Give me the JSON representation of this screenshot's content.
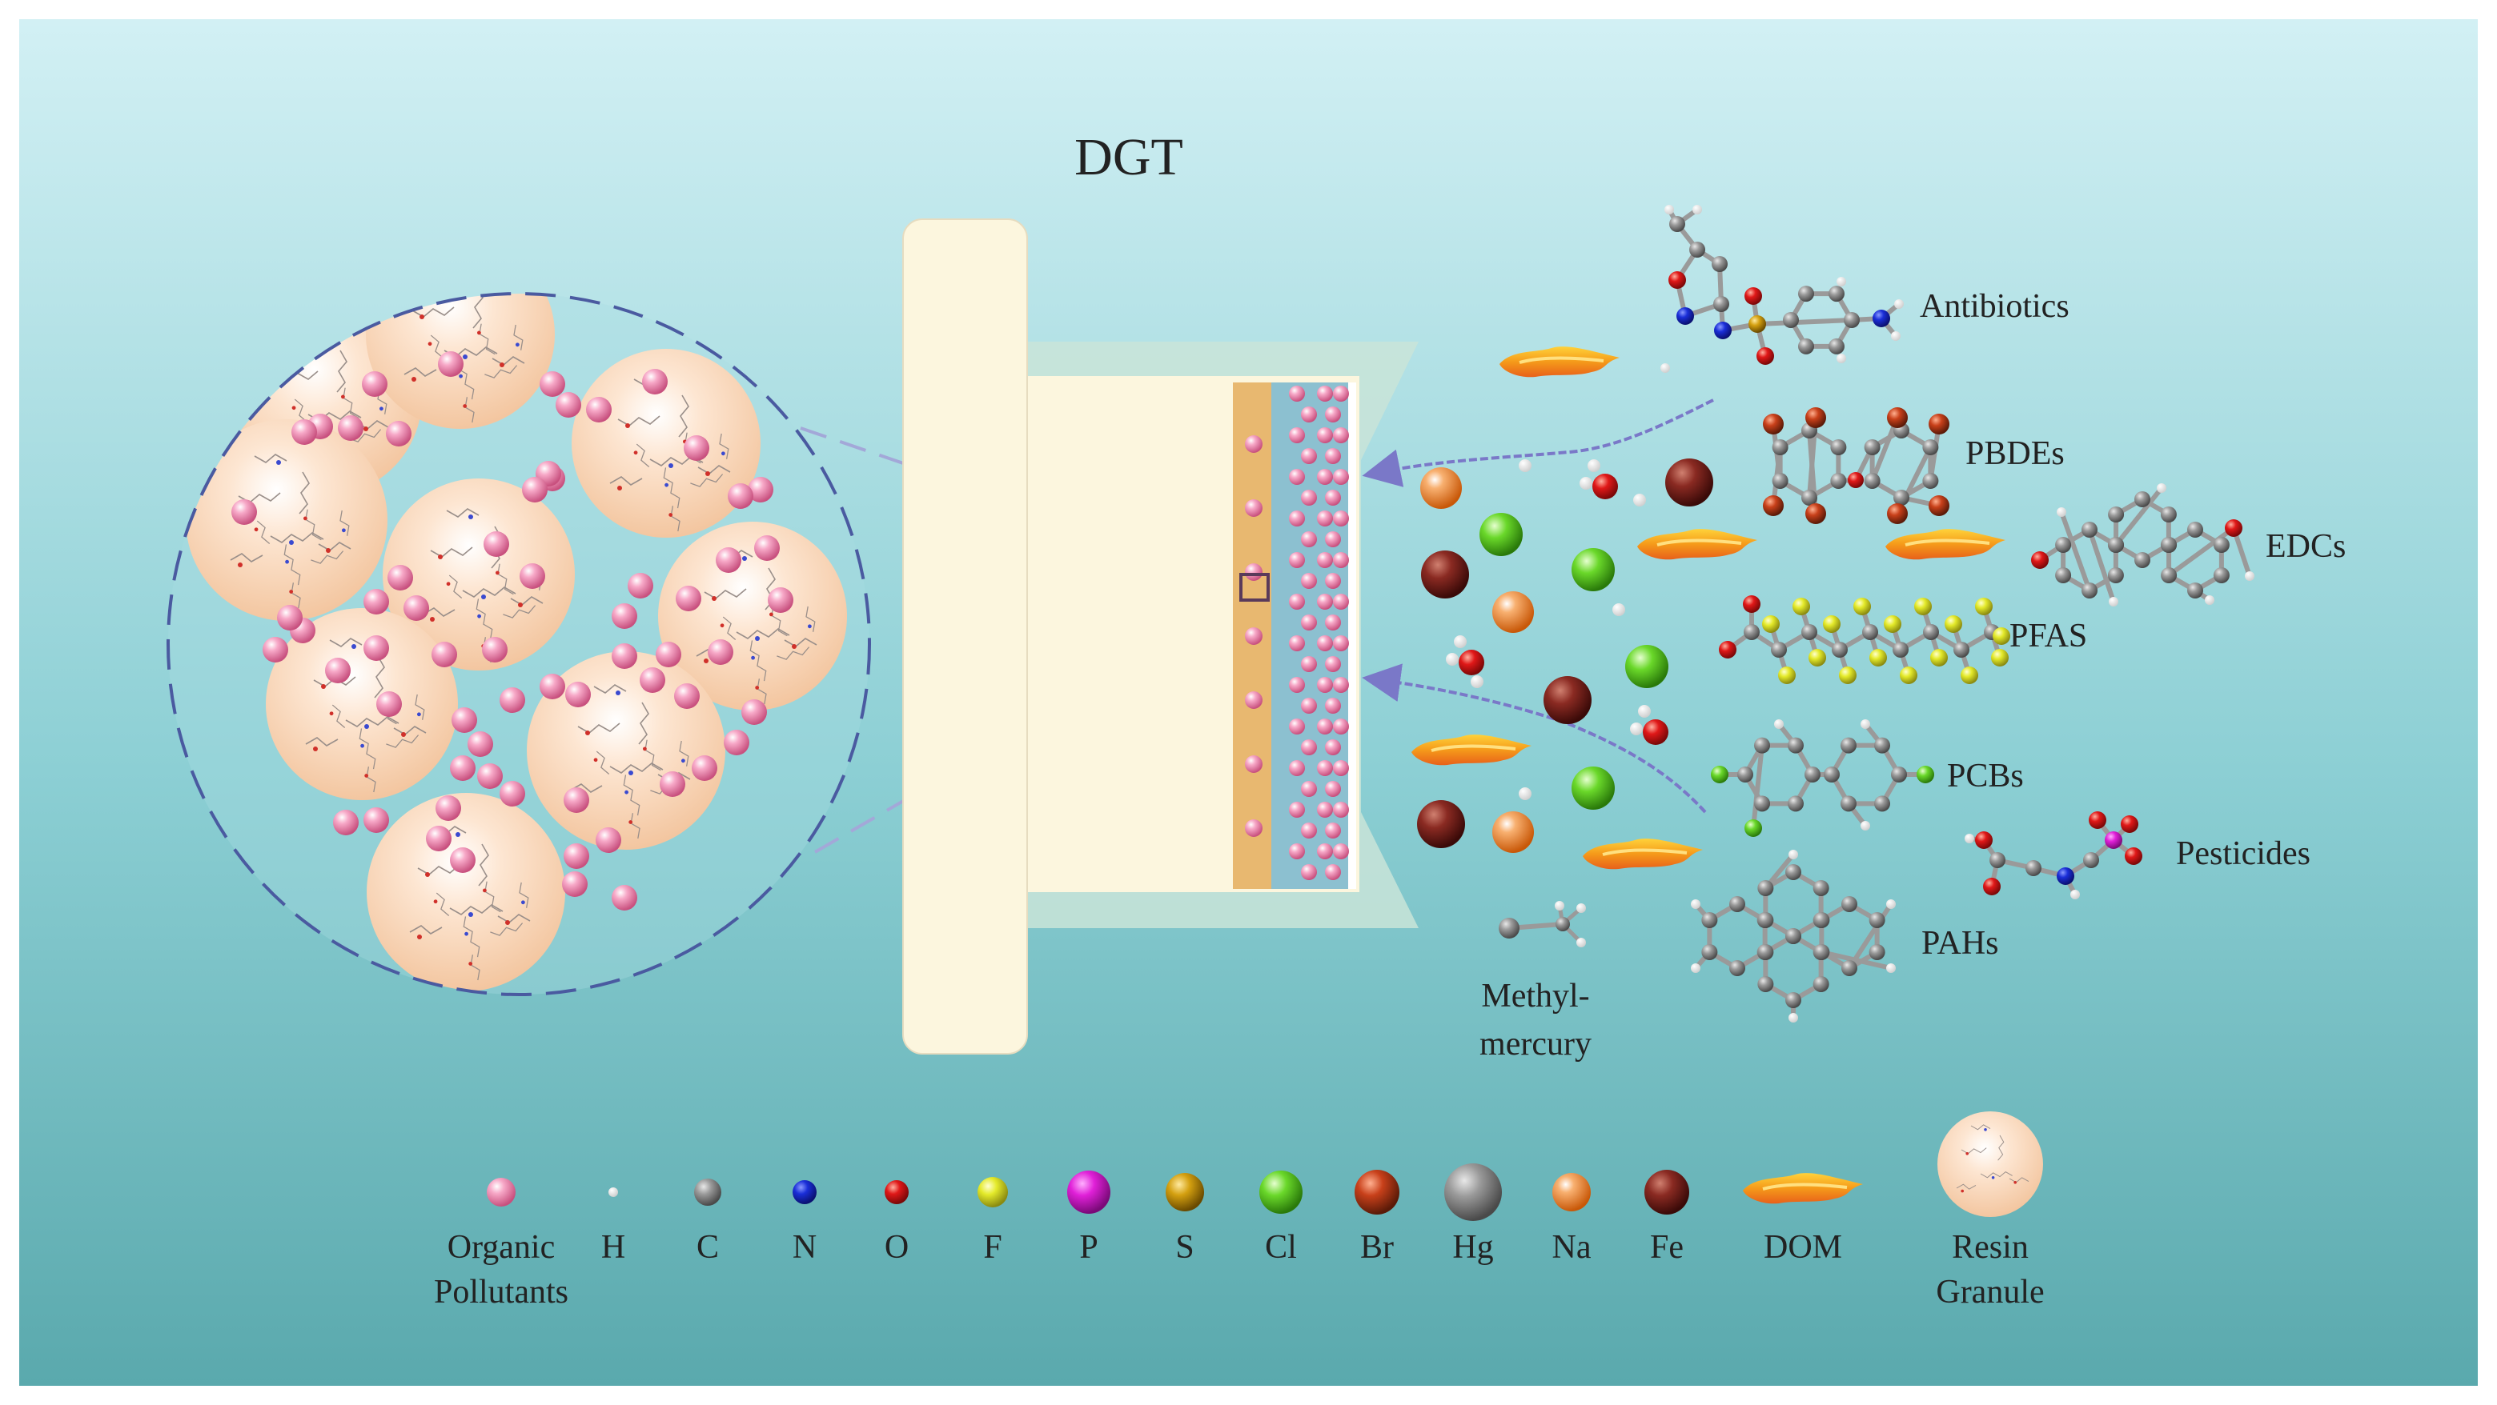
{
  "title": "DGT",
  "pollutant_labels": {
    "antibiotics": "Antibiotics",
    "pbdes": "PBDEs",
    "edcs": "EDCs",
    "pfas": "PFAS",
    "pcbs": "PCBs",
    "pesticides": "Pesticides",
    "pahs": "PAHs",
    "methylmercury_line1": "Methyl-",
    "methylmercury_line2": "mercury"
  },
  "legend": [
    {
      "key": "organic",
      "line1": "Organic",
      "line2": "Pollutants",
      "color": "#e87aa8"
    },
    {
      "key": "h",
      "line1": "H",
      "line2": "",
      "color": "#ffffff"
    },
    {
      "key": "c",
      "line1": "C",
      "line2": "",
      "color": "#8a8a8a"
    },
    {
      "key": "n",
      "line1": "N",
      "line2": "",
      "color": "#1a2ed8"
    },
    {
      "key": "o",
      "line1": "O",
      "line2": "",
      "color": "#e01818"
    },
    {
      "key": "f",
      "line1": "F",
      "line2": "",
      "color": "#e4ea2a"
    },
    {
      "key": "p",
      "line1": "P",
      "line2": "",
      "color": "#e020d8"
    },
    {
      "key": "s",
      "line1": "S",
      "line2": "",
      "color": "#d4a010"
    },
    {
      "key": "cl",
      "line1": "Cl",
      "line2": "",
      "color": "#6ad82a"
    },
    {
      "key": "br",
      "line1": "Br",
      "line2": "",
      "color": "#c8401a"
    },
    {
      "key": "hg",
      "line1": "Hg",
      "line2": "",
      "color": "#7a7a7a"
    },
    {
      "key": "na",
      "line1": "Na",
      "line2": "",
      "color": "#e87822"
    },
    {
      "key": "fe",
      "line1": "Fe",
      "line2": "",
      "color": "#8a2a22"
    },
    {
      "key": "dom",
      "line1": "DOM",
      "line2": "",
      "color": "#f59a1a"
    },
    {
      "key": "resin",
      "line1": "Resin",
      "line2": "Granule",
      "color": "#f5cfae"
    }
  ],
  "colors": {
    "bg_top": "#cdeef2",
    "bg_bottom": "#5fb0b4",
    "device": "#fcf6de",
    "gel": "#e8b870",
    "filter": "#8cc0d0",
    "dashed": "#4a5aa0"
  }
}
